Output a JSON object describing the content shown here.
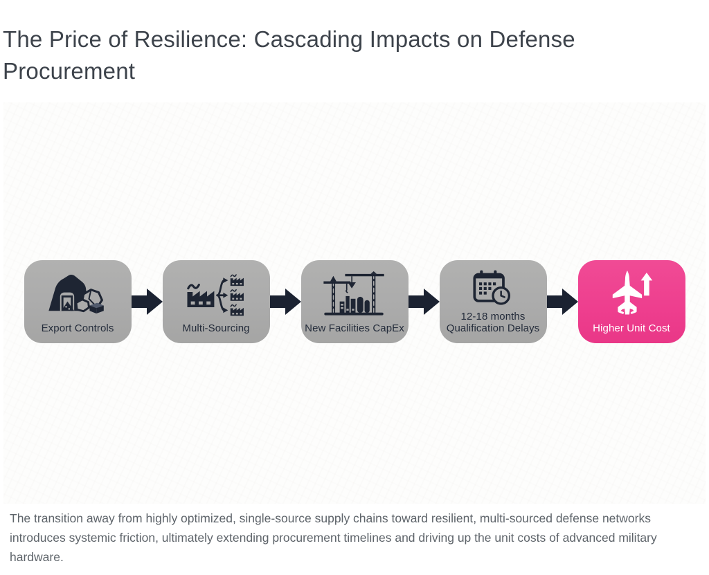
{
  "page": {
    "title": "The Price of Resilience: Cascading Impacts on Defense Procurement",
    "caption": "The transition away from highly optimized, single-source supply chains toward resilient, multi-sourced defense networks introduces systemic friction, ultimately extending procurement timelines and driving up the unit costs of advanced military hardware."
  },
  "flow": {
    "steps": [
      {
        "label": "Export Controls",
        "icon": "mine-ore-icon",
        "highlight": false
      },
      {
        "label": "Multi-Sourcing",
        "icon": "multi-sourcing-branch-icon",
        "highlight": false
      },
      {
        "label": "New Facilities CapEx",
        "icon": "construction-cranes-icon",
        "highlight": false
      },
      {
        "label_line1": "12-18 months",
        "label_line2": "Qualification Delays",
        "icon": "calendar-clock-icon",
        "highlight": false
      },
      {
        "label": "Higher Unit Cost",
        "icon": "fighter-jet-up-arrow-icon",
        "highlight": true
      }
    ]
  },
  "colors": {
    "step_box": "#ababab",
    "highlight_box": "#ee3e8e",
    "ink": "#1e2533",
    "label": "#242c3b",
    "highlight_label": "#ffffff",
    "title": "#3d434b",
    "caption": "#5e646a"
  }
}
